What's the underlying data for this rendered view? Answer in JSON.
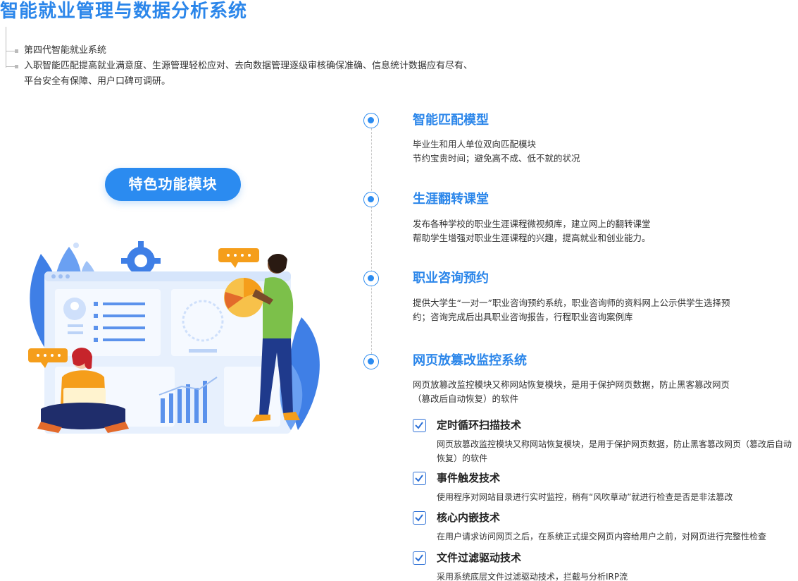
{
  "header": {
    "title": "智能就业管理与数据分析系统"
  },
  "intro": {
    "line1": "第四代智能就业系统",
    "line2a": "入职智能匹配提高就业满意度、生源管理轻松应对、去向数据管理逐级审核确保准确、信息统计数据应有尽有、",
    "line2b": "平台安全有保障、用户口碑可调研。"
  },
  "feature_pill": {
    "label": "特色功能模块"
  },
  "sections": [
    {
      "title": "智能匹配模型",
      "desc1": "毕业生和用人单位双向匹配模块",
      "desc2": "节约宝贵时间；避免高不成、低不就的状况"
    },
    {
      "title": "生涯翻转课堂",
      "desc1": "发布各种学校的职业生涯课程微视频库，建立网上的翻转课堂",
      "desc2": "帮助学生增强对职业生涯课程的兴趣，提高就业和创业能力。"
    },
    {
      "title": "职业咨询预约",
      "desc1": "提供大学生“一对一”职业咨询预约系统，职业咨询师的资料网上公示供学生选择预",
      "desc2": "约；咨询完成后出具职业咨询报告，行程职业咨询案例库"
    },
    {
      "title": "网页放篡改监控系统",
      "desc1": "网页放篡改监控模块又称网站恢复模块，是用于保护网页数据，防止黑客篡改网页",
      "desc2": "（篡改后自动恢复）的软件"
    }
  ],
  "subfeatures": [
    {
      "title": "定时循环扫描技术",
      "desc1": "网页放篡改监控模块又称网站恢复模块，是用于保护网页数据，防止黑客篡改网页（篡改后自动",
      "desc2": "恢复）的软件"
    },
    {
      "title": "事件触发技术",
      "desc1": "使用程序对网站目录进行实时监控，稍有“风吹草动”就进行检查是否是非法篡改",
      "desc2": ""
    },
    {
      "title": "核心内嵌技术",
      "desc1": "在用户请求访问网页之后，在系统正式提交网页内容给用户之前，对网页进行完整性检查",
      "desc2": ""
    },
    {
      "title": "文件过滤驱动技术",
      "desc1": "采用系统底层文件过滤驱动技术，拦截与分析IRP流",
      "desc2": ""
    }
  ],
  "colors": {
    "accent": "#2b86ea",
    "pill": "#2b8bf0",
    "check": "#2b6fd6"
  }
}
